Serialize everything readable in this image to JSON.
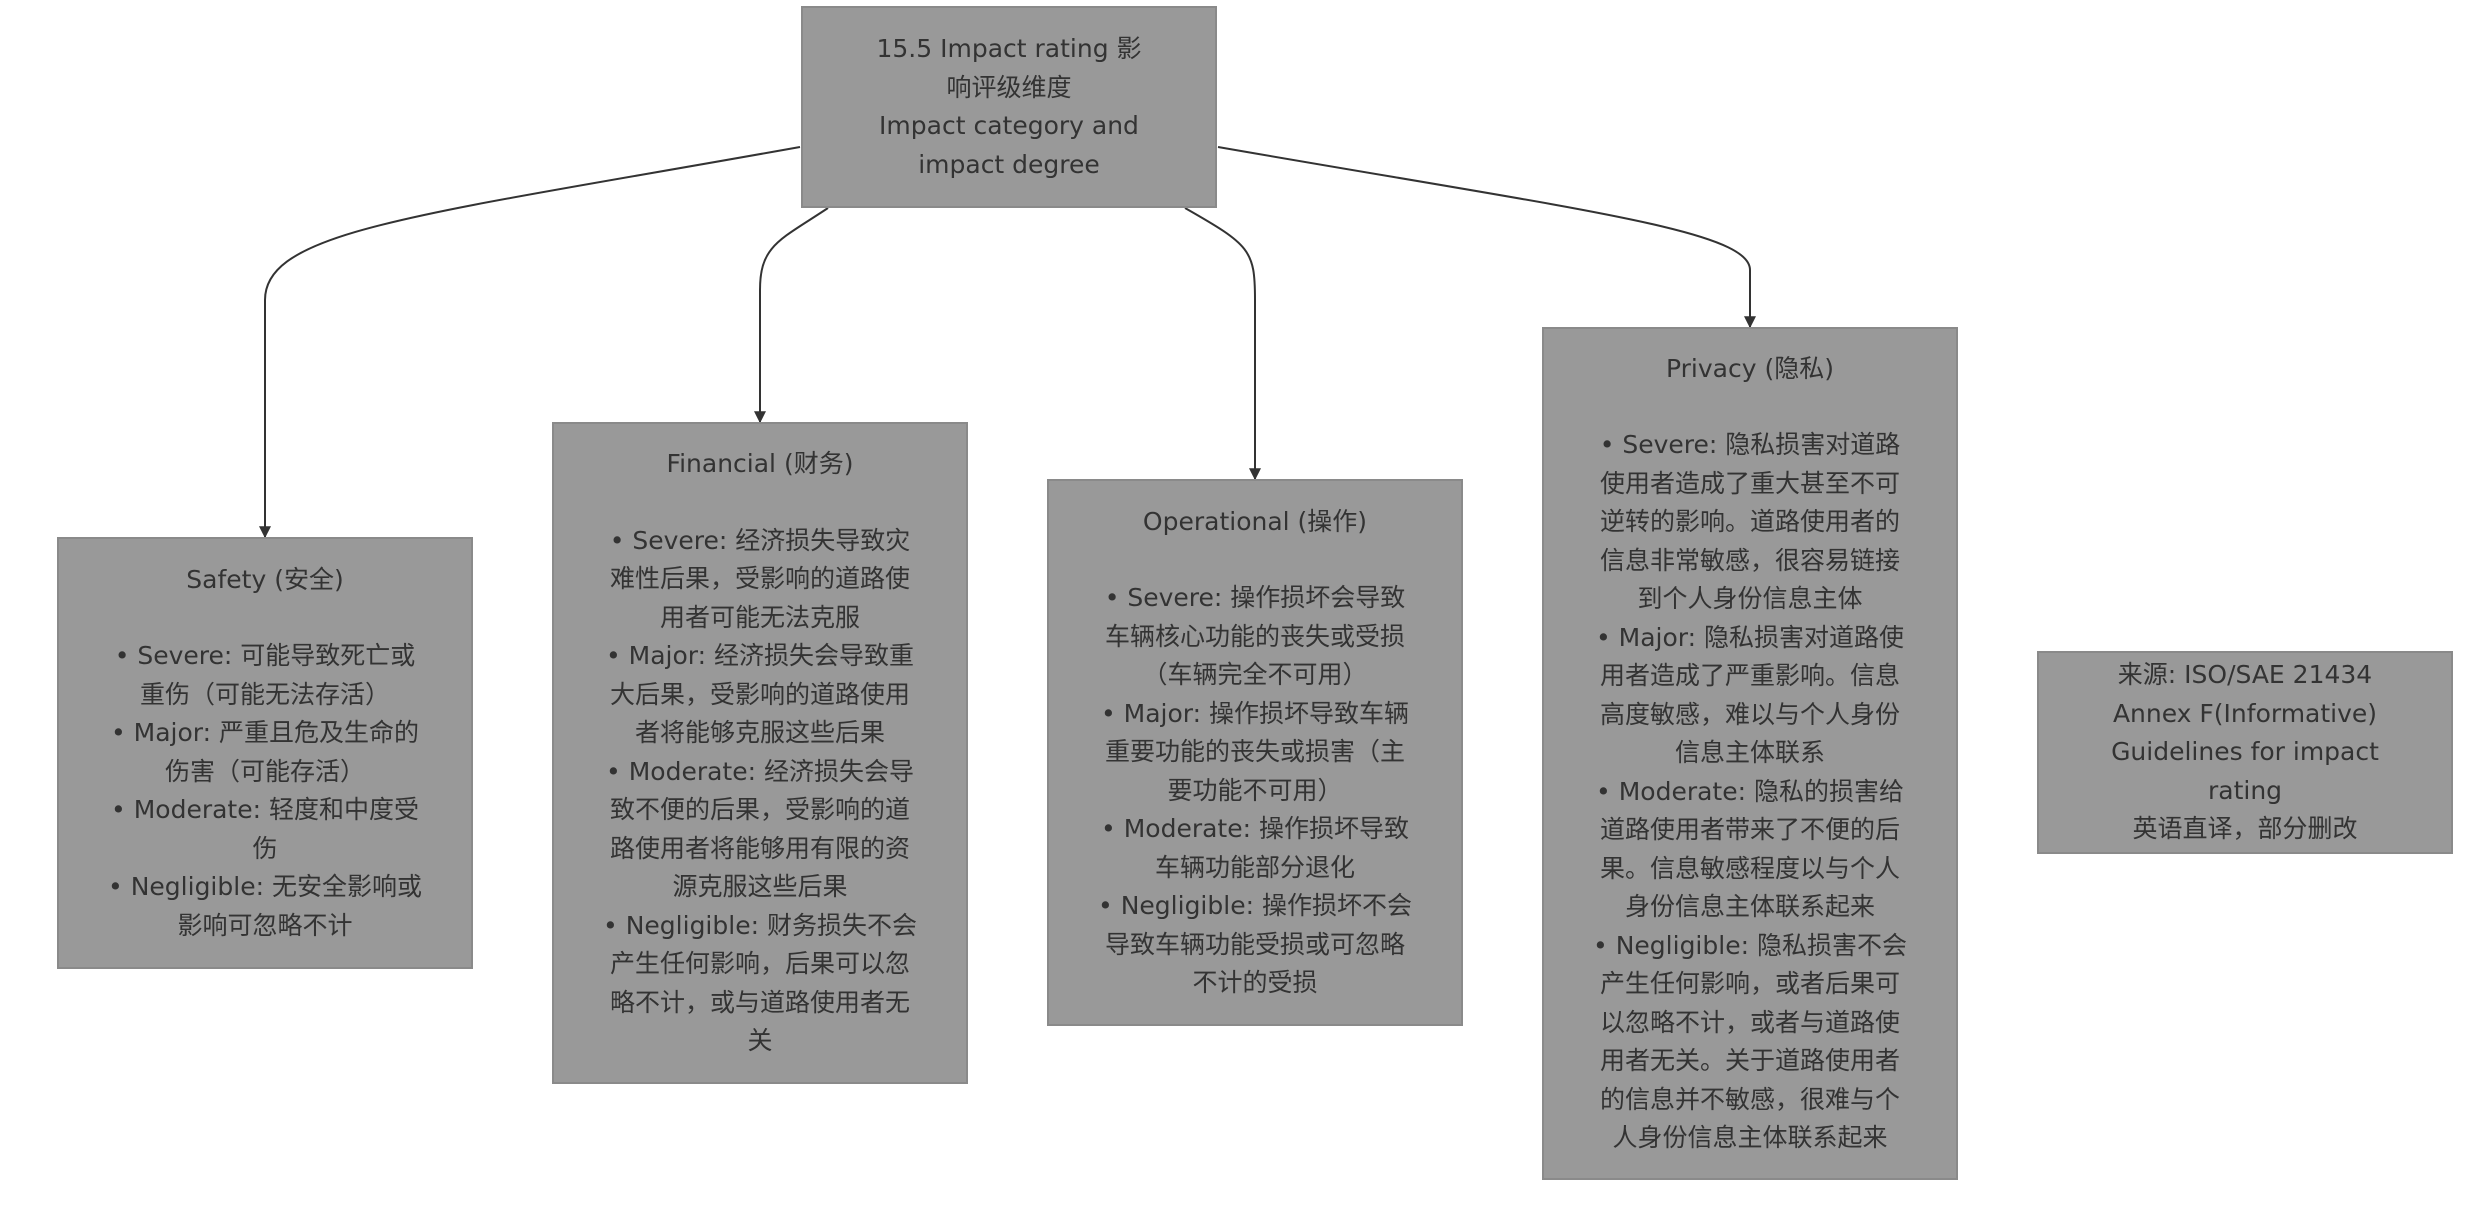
{
  "root": {
    "line1": "15.5 Impact rating 影响评级维度",
    "line2": "Impact category and impact degree"
  },
  "safety": {
    "title": "Safety (安全)",
    "items": [
      "• Severe: 可能导致死亡或重伤（可能无法存活）",
      "• Major: 严重且危及生命的伤害（可能存活）",
      "• Moderate: 轻度和中度受伤",
      "• Negligible: 无安全影响或影响可忽略不计"
    ]
  },
  "financial": {
    "title": "Financial (财务)",
    "items": [
      "• Severe: 经济损失导致灾难性后果，受影响的道路使用者可能无法克服",
      "• Major: 经济损失会导致重大后果，受影响的道路使用者将能够克服这些后果",
      "• Moderate: 经济损失会导致不便的后果，受影响的道路使用者将能够用有限的资源克服这些后果",
      "• Negligible: 财务损失不会产生任何影响，后果可以忽略不计，或与道路使用者无关"
    ]
  },
  "operational": {
    "title": "Operational (操作)",
    "items": [
      "• Severe: 操作损坏会导致车辆核心功能的丧失或受损（车辆完全不可用）",
      "• Major: 操作损坏导致车辆重要功能的丧失或损害（主要功能不可用）",
      "• Moderate: 操作损坏导致车辆功能部分退化",
      "• Negligible: 操作损坏不会导致车辆功能受损或可忽略不计的受损"
    ]
  },
  "privacy": {
    "title": "Privacy (隐私)",
    "items": [
      "• Severe: 隐私损害对道路使用者造成了重大甚至不可逆转的影响。道路使用者的信息非常敏感，很容易链接到个人身份信息主体",
      "• Major: 隐私损害对道路使用者造成了严重影响。信息高度敏感，难以与个人身份信息主体联系",
      "• Moderate: 隐私的损害给道路使用者带来了不便的后果。信息敏感程度以与个人身份信息主体联系起来",
      "• Negligible: 隐私损害不会产生任何影响，或者后果可以忽略不计，或者与道路使用者无关。关于道路使用者的信息并不敏感，很难与个人身份信息主体联系起来"
    ]
  },
  "source": {
    "line1": "来源: ISO/SAE 21434 Annex F(Informative) Guidelines for impact rating",
    "line2": "英语直译，部分删改"
  },
  "colors": {
    "node_fill": "#999999",
    "node_text": "#333333",
    "edge": "#333333"
  }
}
